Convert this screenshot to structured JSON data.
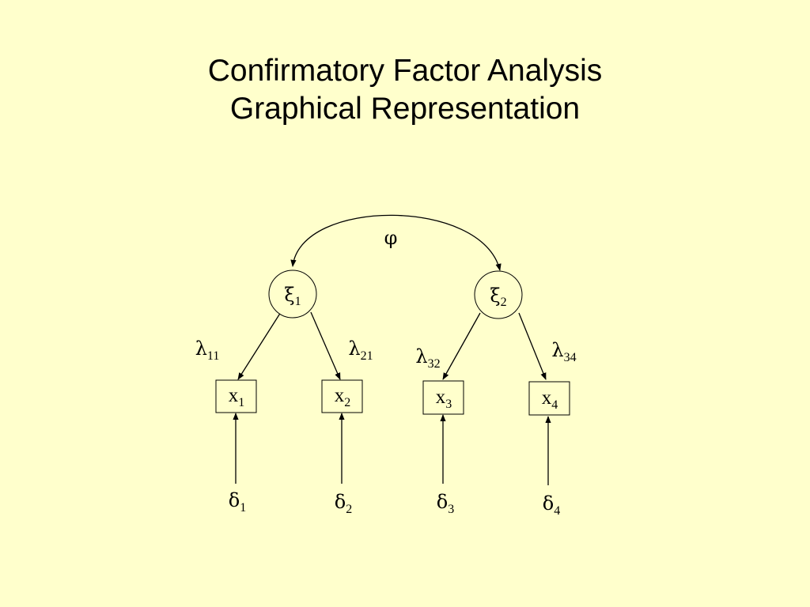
{
  "title": {
    "line1": "Confirmatory Factor Analysis",
    "line2": "Graphical Representation"
  },
  "diagram": {
    "covariance": {
      "symbol": "φ"
    },
    "factors": [
      {
        "symbol": "ξ",
        "sub": "1"
      },
      {
        "symbol": "ξ",
        "sub": "2"
      }
    ],
    "loadings": [
      {
        "symbol": "λ",
        "sub": "11"
      },
      {
        "symbol": "λ",
        "sub": "21"
      },
      {
        "symbol": "λ",
        "sub": "32"
      },
      {
        "symbol": "λ",
        "sub": "34"
      }
    ],
    "indicators": [
      {
        "symbol": "x",
        "sub": "1"
      },
      {
        "symbol": "x",
        "sub": "2"
      },
      {
        "symbol": "x",
        "sub": "3"
      },
      {
        "symbol": "x",
        "sub": "4"
      }
    ],
    "errors": [
      {
        "symbol": "δ",
        "sub": "1"
      },
      {
        "symbol": "δ",
        "sub": "2"
      },
      {
        "symbol": "δ",
        "sub": "3"
      },
      {
        "symbol": "δ",
        "sub": "4"
      }
    ]
  }
}
